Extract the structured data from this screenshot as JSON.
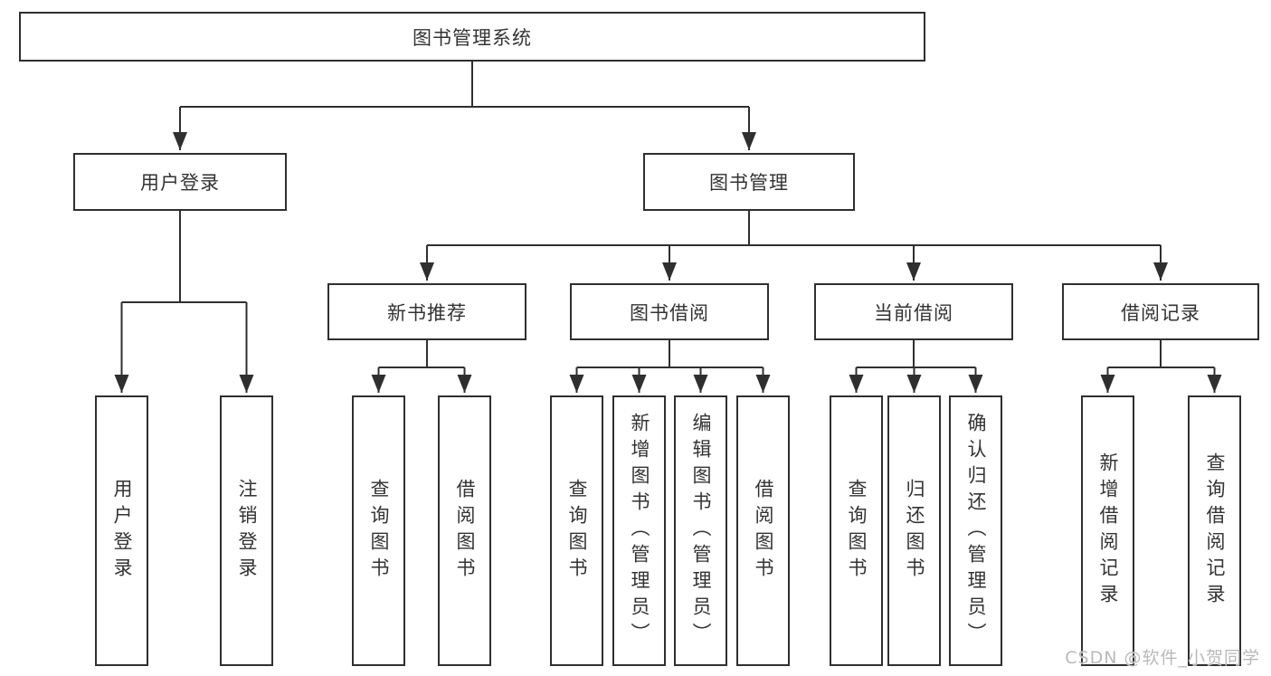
{
  "diagram": {
    "root": {
      "label": "图书管理系统"
    },
    "level2": [
      {
        "label": "用户登录",
        "children": [
          {
            "label": "用户登录"
          },
          {
            "label": "注销登录"
          }
        ]
      },
      {
        "label": "图书管理",
        "children": [
          {
            "label": "新书推荐",
            "children": [
              {
                "label": "查询图书"
              },
              {
                "label": "借阅图书"
              }
            ]
          },
          {
            "label": "图书借阅",
            "children": [
              {
                "label": "查询图书"
              },
              {
                "label": "新增图书（管理员）"
              },
              {
                "label": "编辑图书（管理员）"
              },
              {
                "label": "借阅图书"
              }
            ]
          },
          {
            "label": "当前借阅",
            "children": [
              {
                "label": "查询图书"
              },
              {
                "label": "归还图书"
              },
              {
                "label": "确认归还（管理员）"
              }
            ]
          },
          {
            "label": "借阅记录",
            "children": [
              {
                "label": "新增借阅记录"
              },
              {
                "label": "查询借阅记录"
              }
            ]
          }
        ]
      }
    ]
  },
  "watermark": "CSDN @软件_小贺同学",
  "colors": {
    "line": "#2f2f2f",
    "box_border": "#2f2f2f",
    "box_fill": "#ffffff",
    "text": "#333333",
    "watermark": "#b9b9b9"
  }
}
